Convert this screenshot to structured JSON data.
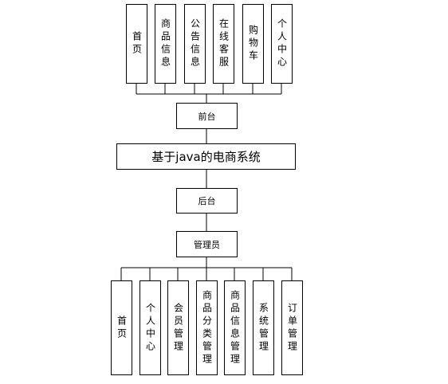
{
  "system": {
    "title": "基于java的电商系统"
  },
  "frontend": {
    "label": "前台",
    "modules": [
      {
        "label": "首页"
      },
      {
        "label": "商品信息"
      },
      {
        "label": "公告信息"
      },
      {
        "label": "在线客服"
      },
      {
        "label": "购物车"
      },
      {
        "label": "个人中心"
      }
    ]
  },
  "backend": {
    "label": "后台",
    "role": "管理员",
    "modules": [
      {
        "label": "首页"
      },
      {
        "label": "个人中心"
      },
      {
        "label": "会员管理"
      },
      {
        "label": "商品分类管理"
      },
      {
        "label": "商品信息管理"
      },
      {
        "label": "系统管理"
      },
      {
        "label": "订单管理"
      }
    ]
  }
}
